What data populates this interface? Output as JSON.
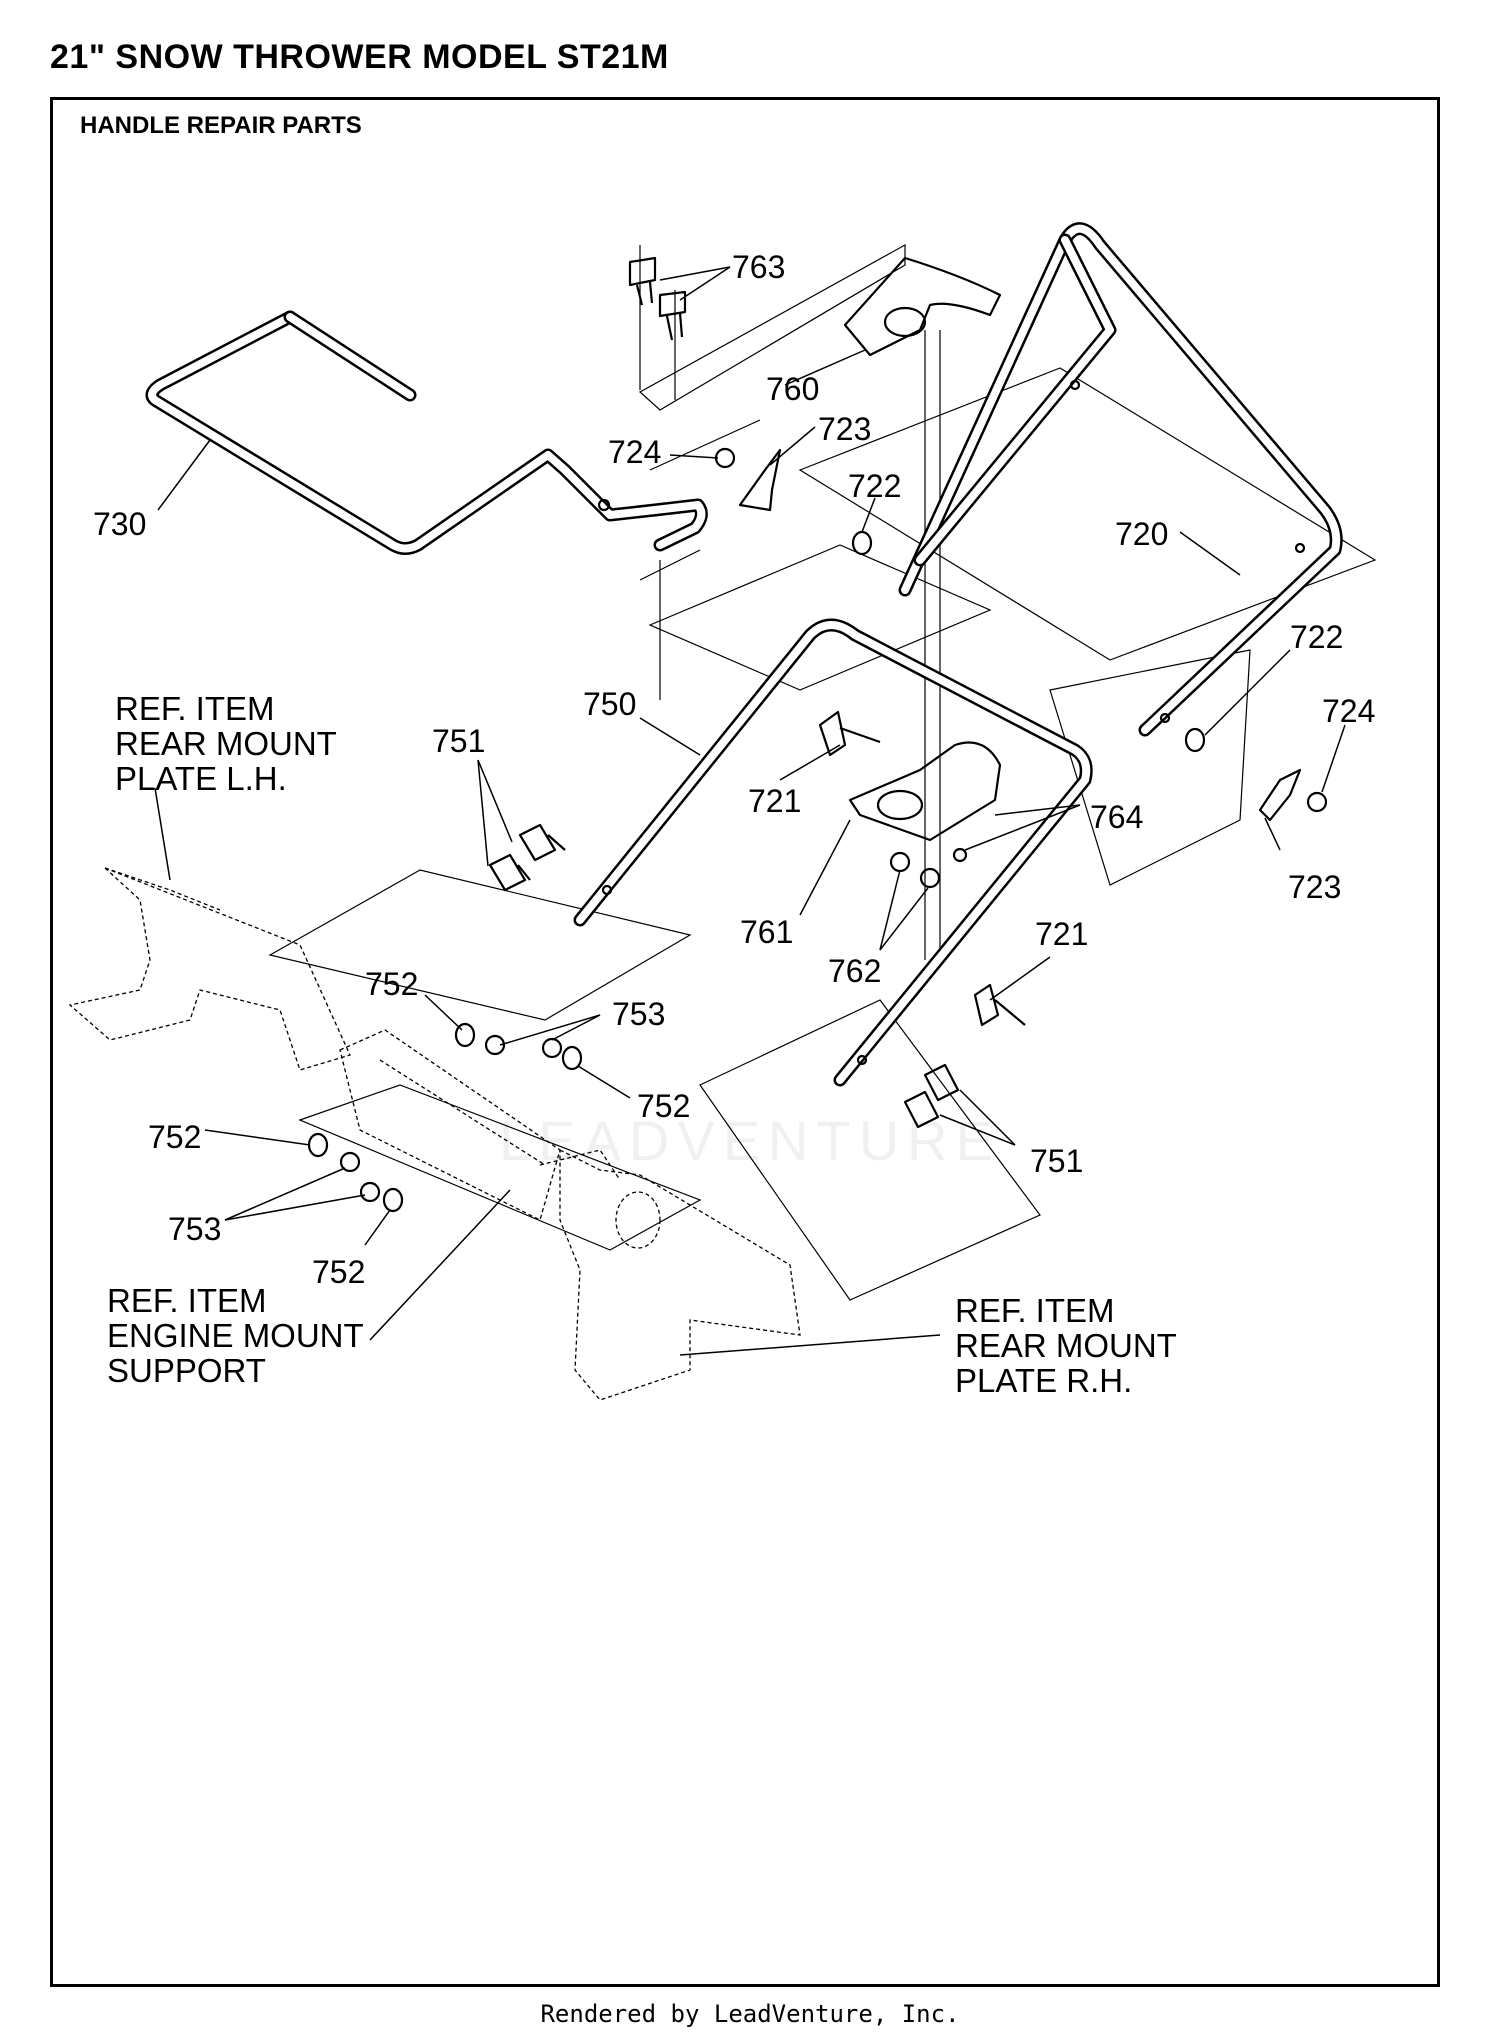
{
  "title": "21\" SNOW THROWER MODEL ST21M",
  "section": "HANDLE REPAIR PARTS",
  "callouts": {
    "c763": "763",
    "c760": "760",
    "c723a": "723",
    "c724a": "724",
    "c722a": "722",
    "c730": "730",
    "c720": "720",
    "c722b": "722",
    "c724b": "724",
    "c750": "750",
    "c751a": "751",
    "c721a": "721",
    "c764": "764",
    "c723b": "723",
    "c761": "761",
    "c721b": "721",
    "c762": "762",
    "c752a": "752",
    "c753a": "753",
    "c752b": "752",
    "c752c": "752",
    "c753b": "753",
    "c752d": "752",
    "c751b": "751"
  },
  "refs": {
    "rear_lh": [
      "REF. ITEM",
      "REAR MOUNT",
      "PLATE L.H."
    ],
    "engine": [
      "REF. ITEM",
      "ENGINE MOUNT",
      "SUPPORT"
    ],
    "rear_rh": [
      "REF. ITEM",
      "REAR MOUNT",
      "PLATE R.H."
    ]
  },
  "watermark": "LEADVENTURE",
  "footer": "Rendered by LeadVenture, Inc."
}
